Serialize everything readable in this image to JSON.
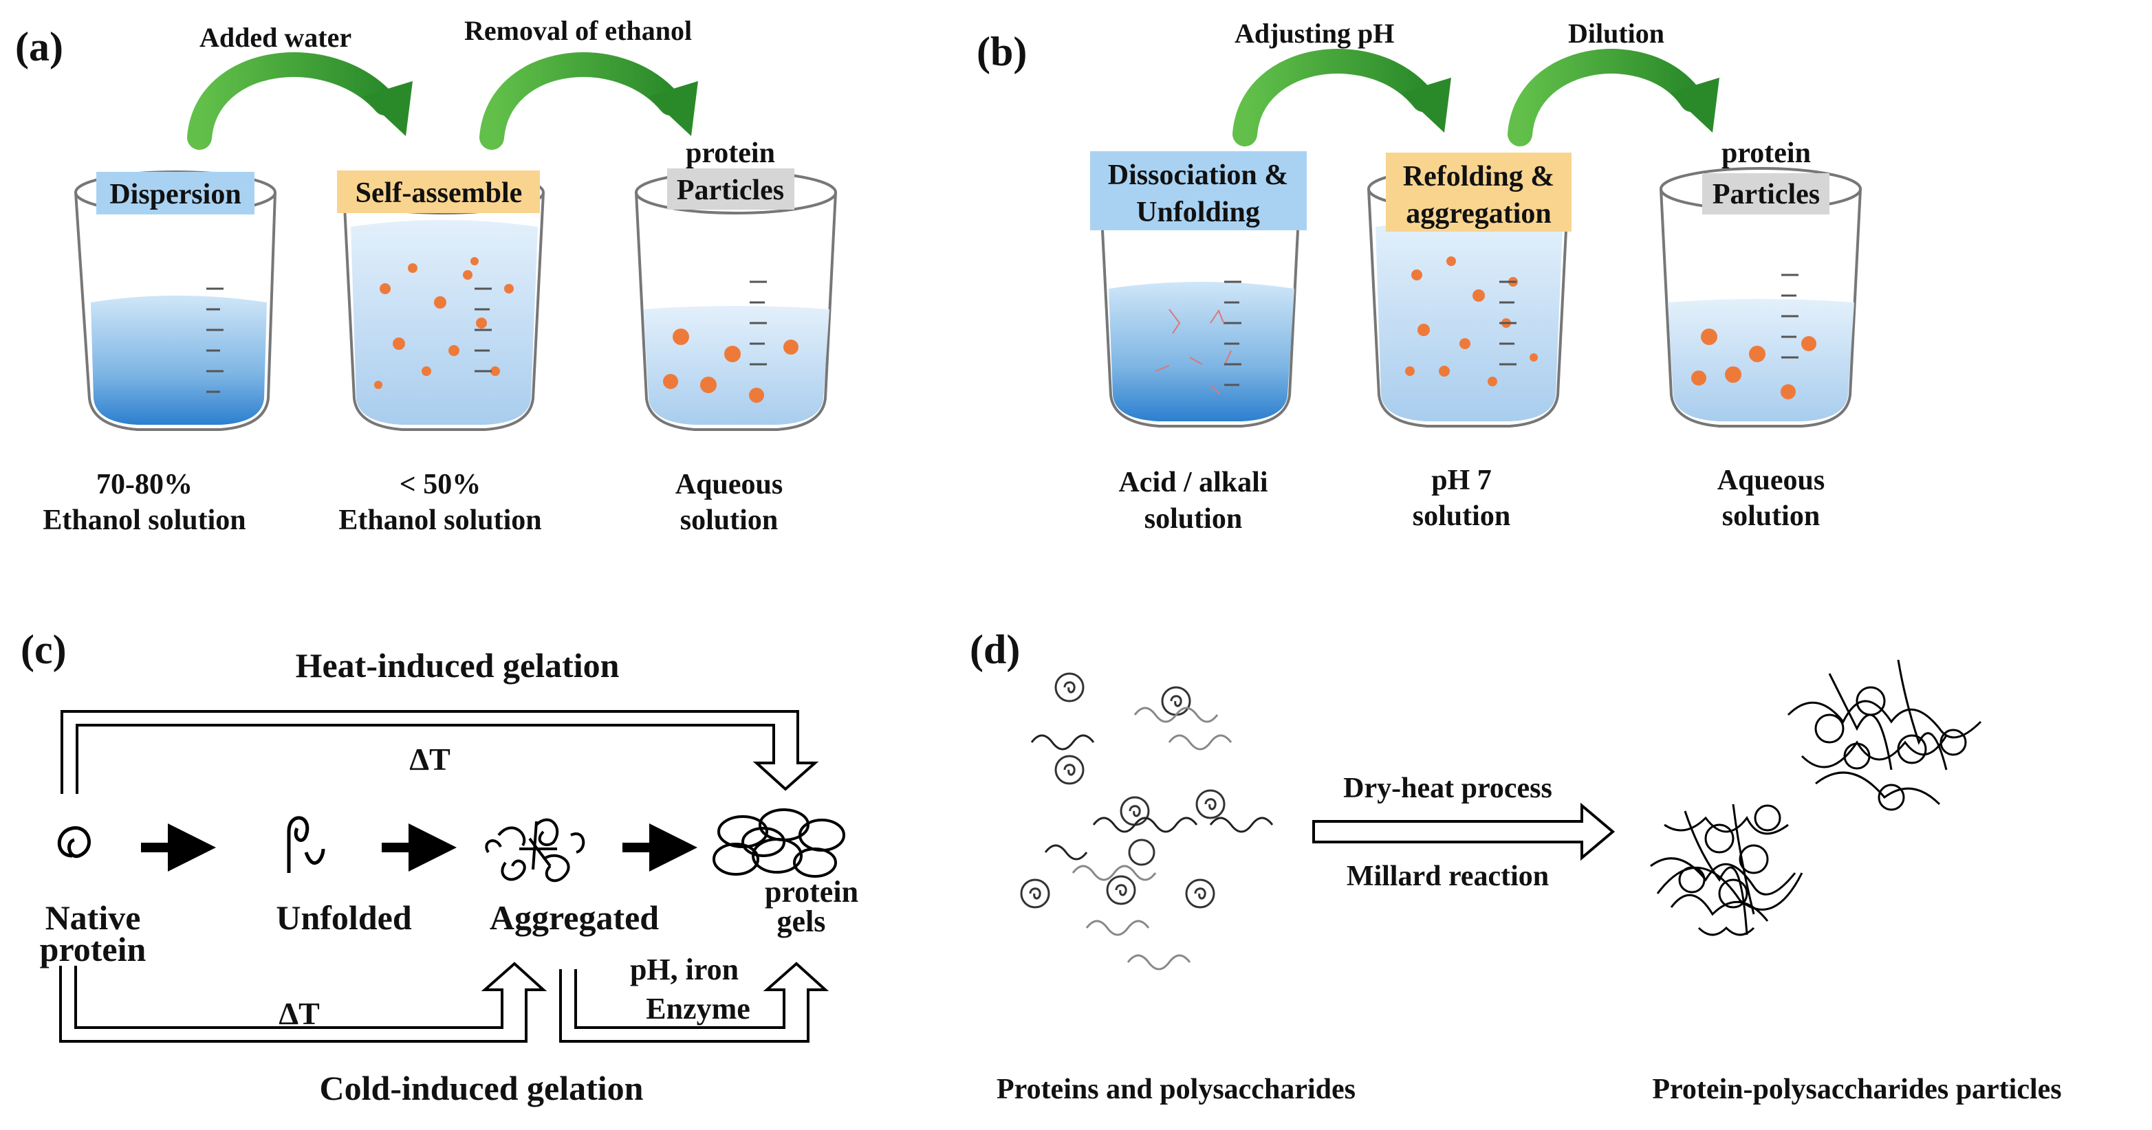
{
  "panel_a": {
    "label": "(a)",
    "arrow1": "Added water",
    "arrow2": "Removal of ethanol",
    "beaker1_tag": "Dispersion",
    "beaker2_tag": "Self-assemble",
    "beaker3_tag_line1": "protein",
    "beaker3_tag_line2": "Particles",
    "caption1_line1": "70-80%",
    "caption1_line2": "Ethanol solution",
    "caption2_line1": "< 50%",
    "caption2_line2": "Ethanol solution",
    "caption3_line1": "Aqueous",
    "caption3_line2": "solution"
  },
  "panel_b": {
    "label": "(b)",
    "arrow1": "Adjusting pH",
    "arrow2": "Dilution",
    "beaker1_tag_line1": "Dissociation &",
    "beaker1_tag_line2": "Unfolding",
    "beaker2_tag_line1": "Refolding &",
    "beaker2_tag_line2": "aggregation",
    "beaker3_tag_line1": "protein",
    "beaker3_tag_line2": "Particles",
    "caption1_line1": "Acid / alkali",
    "caption1_line2": "solution",
    "caption2_line1": "pH 7",
    "caption2_line2": "solution",
    "caption3_line1": "Aqueous",
    "caption3_line2": "solution"
  },
  "panel_c": {
    "label": "(c)",
    "top_title": "Heat-induced gelation",
    "delta_top": "ΔT",
    "native_line1": "Native",
    "native_line2": "protein",
    "unfolded": "Unfolded",
    "aggregated": "Aggregated",
    "gels_line1": "protein",
    "gels_line2": "gels",
    "delta_bottom": "ΔT",
    "ph_iron": "pH, iron",
    "enzyme": "Enzyme",
    "bottom_title": "Cold-induced gelation"
  },
  "panel_d": {
    "label": "(d)",
    "arrow_top": "Dry-heat process",
    "arrow_bottom": "Millard reaction",
    "left_caption": "Proteins and polysaccharides",
    "right_caption": "Protein-polysaccharides particles"
  },
  "colors": {
    "water_blue": "#3f8fd6",
    "green_arrow": "#2f9a2f",
    "tag_blue": "#a9d2f2",
    "tag_orange": "#f8d48f",
    "tag_grey": "#d6d6d6",
    "particle_orange": "#ee7a3a"
  }
}
